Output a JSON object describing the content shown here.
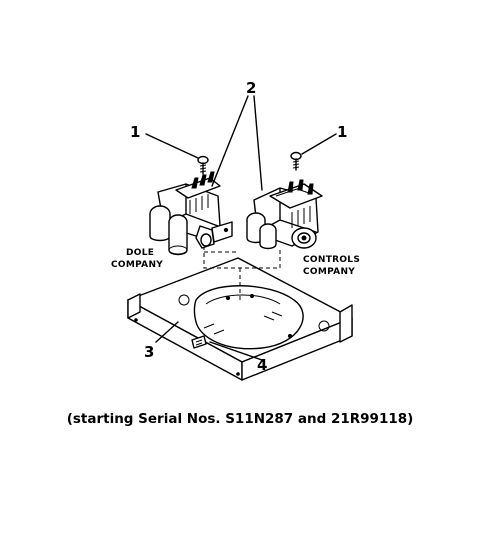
{
  "callouts": {
    "screw_left": "1",
    "screw_right": "1",
    "valves": "2",
    "bracket": "3",
    "clip": "4"
  },
  "valve_makers": {
    "left_line1": "DOLE",
    "left_line2": "COMPANY",
    "right_line1": "CONTROLS",
    "right_line2": "COMPANY"
  },
  "caption": "(starting Serial Nos. S11N287 and 21R99118)"
}
